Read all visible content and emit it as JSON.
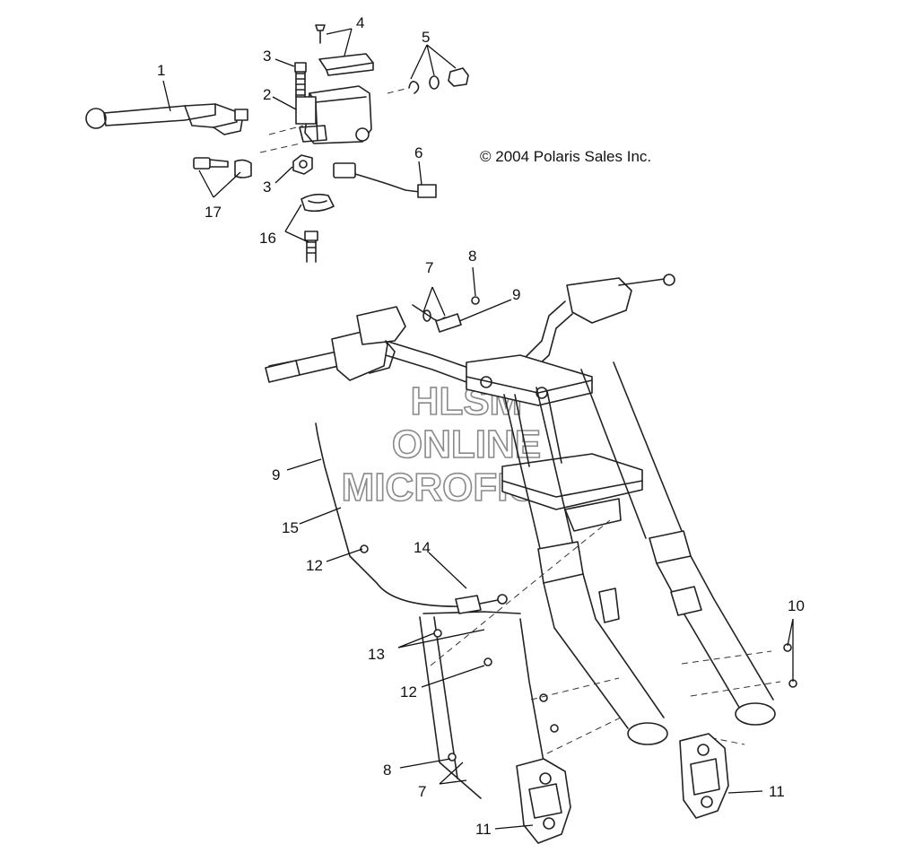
{
  "copyright": "© 2004 Polaris Sales Inc.",
  "watermark": {
    "line1": "HLSM",
    "line2": "ONLINE",
    "line3": "MICROFICHE"
  },
  "callouts": {
    "c1": "1",
    "c2": "2",
    "c3a": "3",
    "c3b": "3",
    "c4": "4",
    "c5": "5",
    "c6": "6",
    "c7a": "7",
    "c7b": "7",
    "c8a": "8",
    "c8b": "8",
    "c9a": "9",
    "c9b": "9",
    "c10": "10",
    "c11a": "11",
    "c11b": "11",
    "c12a": "12",
    "c12b": "12",
    "c13": "13",
    "c14": "14",
    "c15": "15",
    "c16": "16",
    "c17": "17"
  },
  "colors": {
    "line": "#222222",
    "watermark": "#8a8a8a",
    "background": "#ffffff"
  }
}
